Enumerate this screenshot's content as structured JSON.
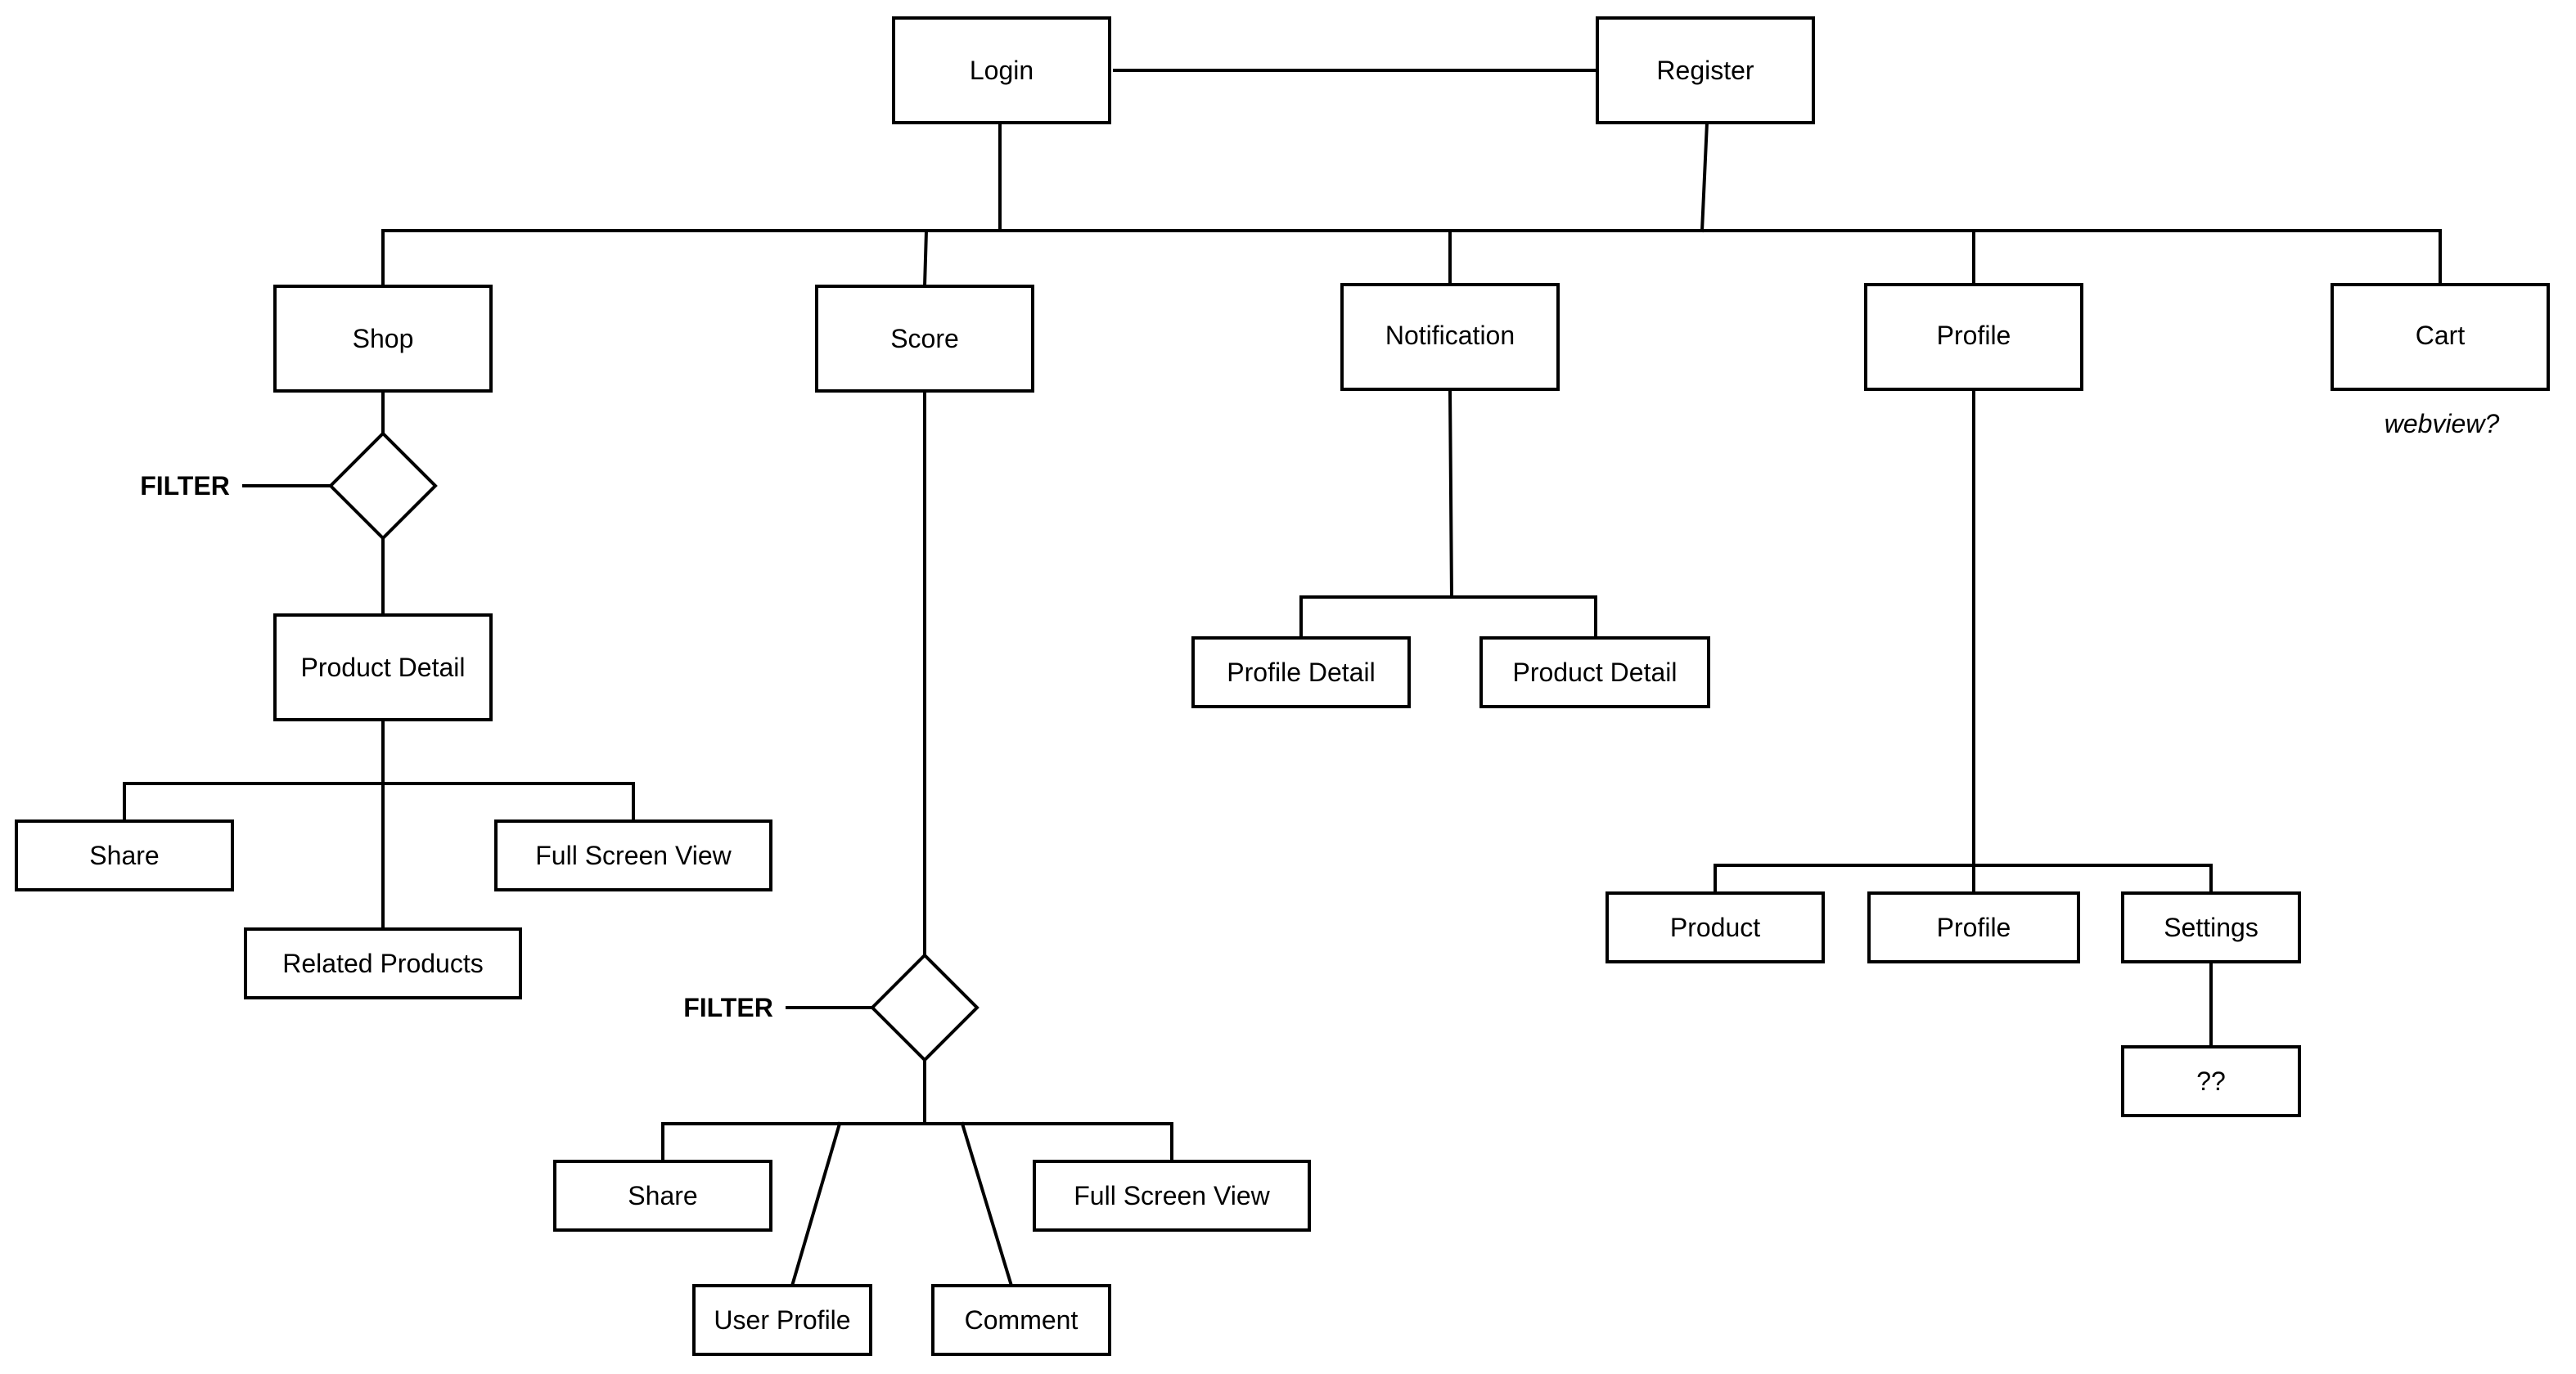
{
  "nodes": {
    "login": "Login",
    "register": "Register",
    "shop": "Shop",
    "score": "Score",
    "notification": "Notification",
    "profile": "Profile",
    "cart": "Cart",
    "shop_product_detail": "Product Detail",
    "shop_share": "Share",
    "shop_full_screen_view": "Full Screen View",
    "shop_related_products": "Related Products",
    "score_share": "Share",
    "score_user_profile": "User Profile",
    "score_comment": "Comment",
    "score_full_screen_view": "Full Screen View",
    "notification_profile_detail": "Profile Detail",
    "notification_product_detail": "Product Detail",
    "profile_product": "Product",
    "profile_profile": "Profile",
    "profile_settings": "Settings",
    "settings_unknown": "??"
  },
  "filters": {
    "shop_filter": "FILTER",
    "score_filter": "FILTER"
  },
  "notes": {
    "cart_note": "webview?"
  }
}
